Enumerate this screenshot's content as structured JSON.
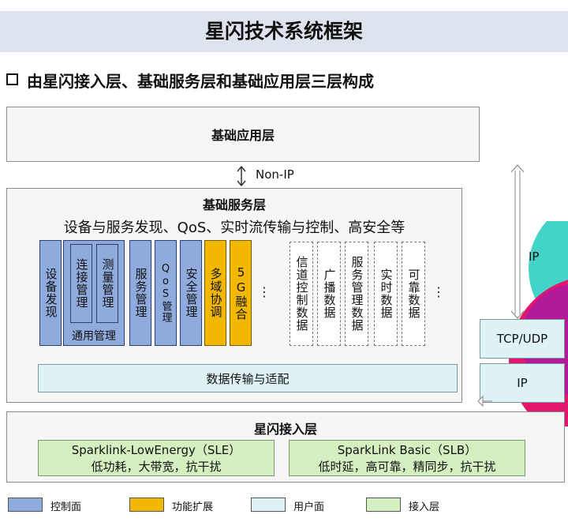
{
  "page": {
    "title": "星闪技术系统框架",
    "subtitle": "由星闪接入层、基础服务层和基础应用层三层构成"
  },
  "app_layer": {
    "label": "基础应用层"
  },
  "non_ip": {
    "label": "Non-IP"
  },
  "service_layer": {
    "label": "基础服务层",
    "description": "设备与服务发现、QoS、实时流传输与控制、高安全等",
    "general_mgmt_label": "通用管理",
    "control_blocks": [
      "设备发现",
      "连接管理",
      "测量管理",
      "服务管理",
      "QoS管理",
      "安全管理"
    ],
    "function_blocks": [
      "多域协调",
      "5G融合"
    ],
    "data_blocks": [
      "信道控制数据",
      "广播数据",
      "服务管理数据",
      "实时数据",
      "可靠数据"
    ],
    "ellipsis": "⋮",
    "data_transfer": "数据传输与适配"
  },
  "ip_stack": {
    "ip_arrow_label": "IP",
    "tcp_udp": "TCP/UDP",
    "ip": "IP"
  },
  "access_layer": {
    "label": "星闪接入层",
    "sle": {
      "name": "Sparklink-LowEnergy（SLE）",
      "features": "低功耗，大带宽，抗干扰"
    },
    "slb": {
      "name": "SparkLink Basic（SLB）",
      "features": "低时延，高可靠，精同步，抗干扰"
    }
  },
  "legend": [
    {
      "label": "控制面",
      "color": "#8faadc"
    },
    {
      "label": "功能扩展",
      "color": "#f2b800"
    },
    {
      "label": "用户面",
      "color": "#dff3f6"
    },
    {
      "label": "接入层",
      "color": "#d6efc0"
    }
  ]
}
